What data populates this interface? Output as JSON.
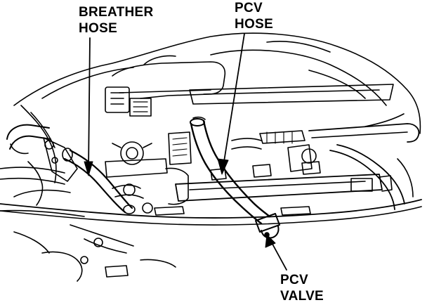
{
  "labels": {
    "breather_hose": {
      "line1": "BREATHER",
      "line2": "HOSE"
    },
    "pcv_hose": {
      "line1": "PCV",
      "line2": "HOSE"
    },
    "pcv_valve": {
      "line1": "PCV",
      "line2": "VALVE"
    }
  },
  "colors": {
    "ink": "#000000",
    "paper": "#ffffff"
  }
}
